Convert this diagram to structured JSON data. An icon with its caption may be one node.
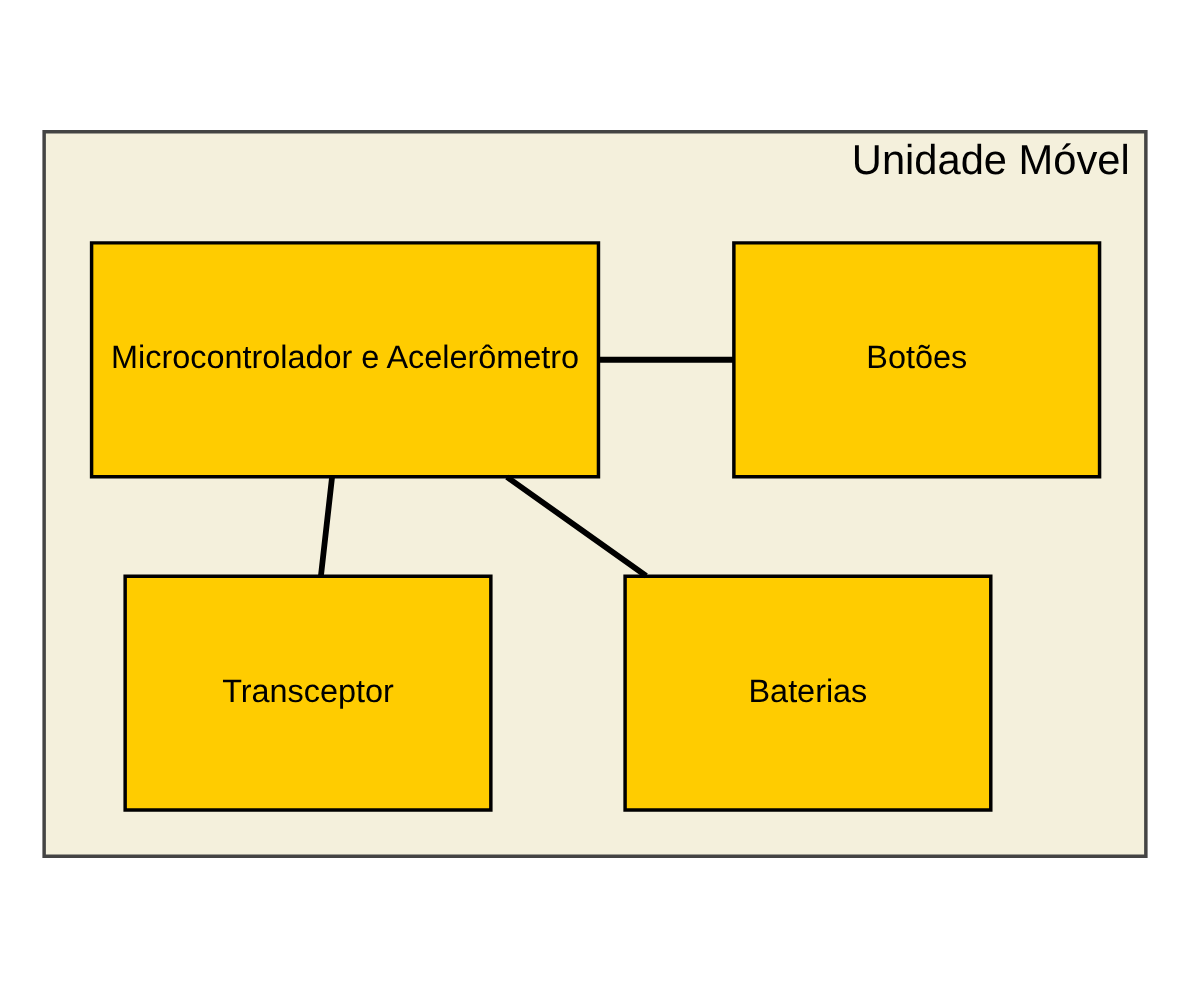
{
  "diagram": {
    "nodes": [
      {
        "text": [
          "Unidade Móvel"
        ]
      },
      {
        "text": [
          "Microcontrolador e Acelerômetro"
        ],
        "in": 0
      },
      {
        "text": [
          "Botões"
        ],
        "in": 0
      },
      {
        "text": [
          "Transceptor"
        ],
        "in": 0
      },
      {
        "text": [
          "Baterias"
        ],
        "in": 0
      }
    ],
    "edges": [
      {
        "from": 1,
        "to": 2,
        "arrow": "none"
      },
      {
        "from": 1,
        "to": 3,
        "arrow": "none"
      },
      {
        "from": 1,
        "to": 4,
        "arrow": "none"
      }
    ]
  }
}
